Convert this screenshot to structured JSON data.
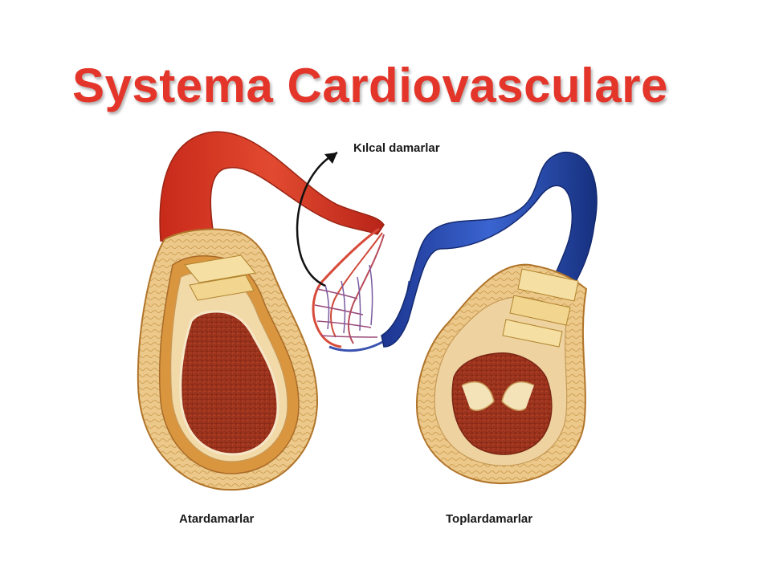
{
  "slide": {
    "title": "Systema Cardiovasculare"
  },
  "diagram": {
    "labels": {
      "capillaries": "Kılcal damarlar",
      "arteries": "Atardamarlar",
      "veins": "Toplardamarlar"
    },
    "colors": {
      "title": "#e4352a",
      "artery": "#d8392a",
      "vein": "#2444a8",
      "tissue": "#e8c37a",
      "blood": "#a83a22"
    }
  }
}
